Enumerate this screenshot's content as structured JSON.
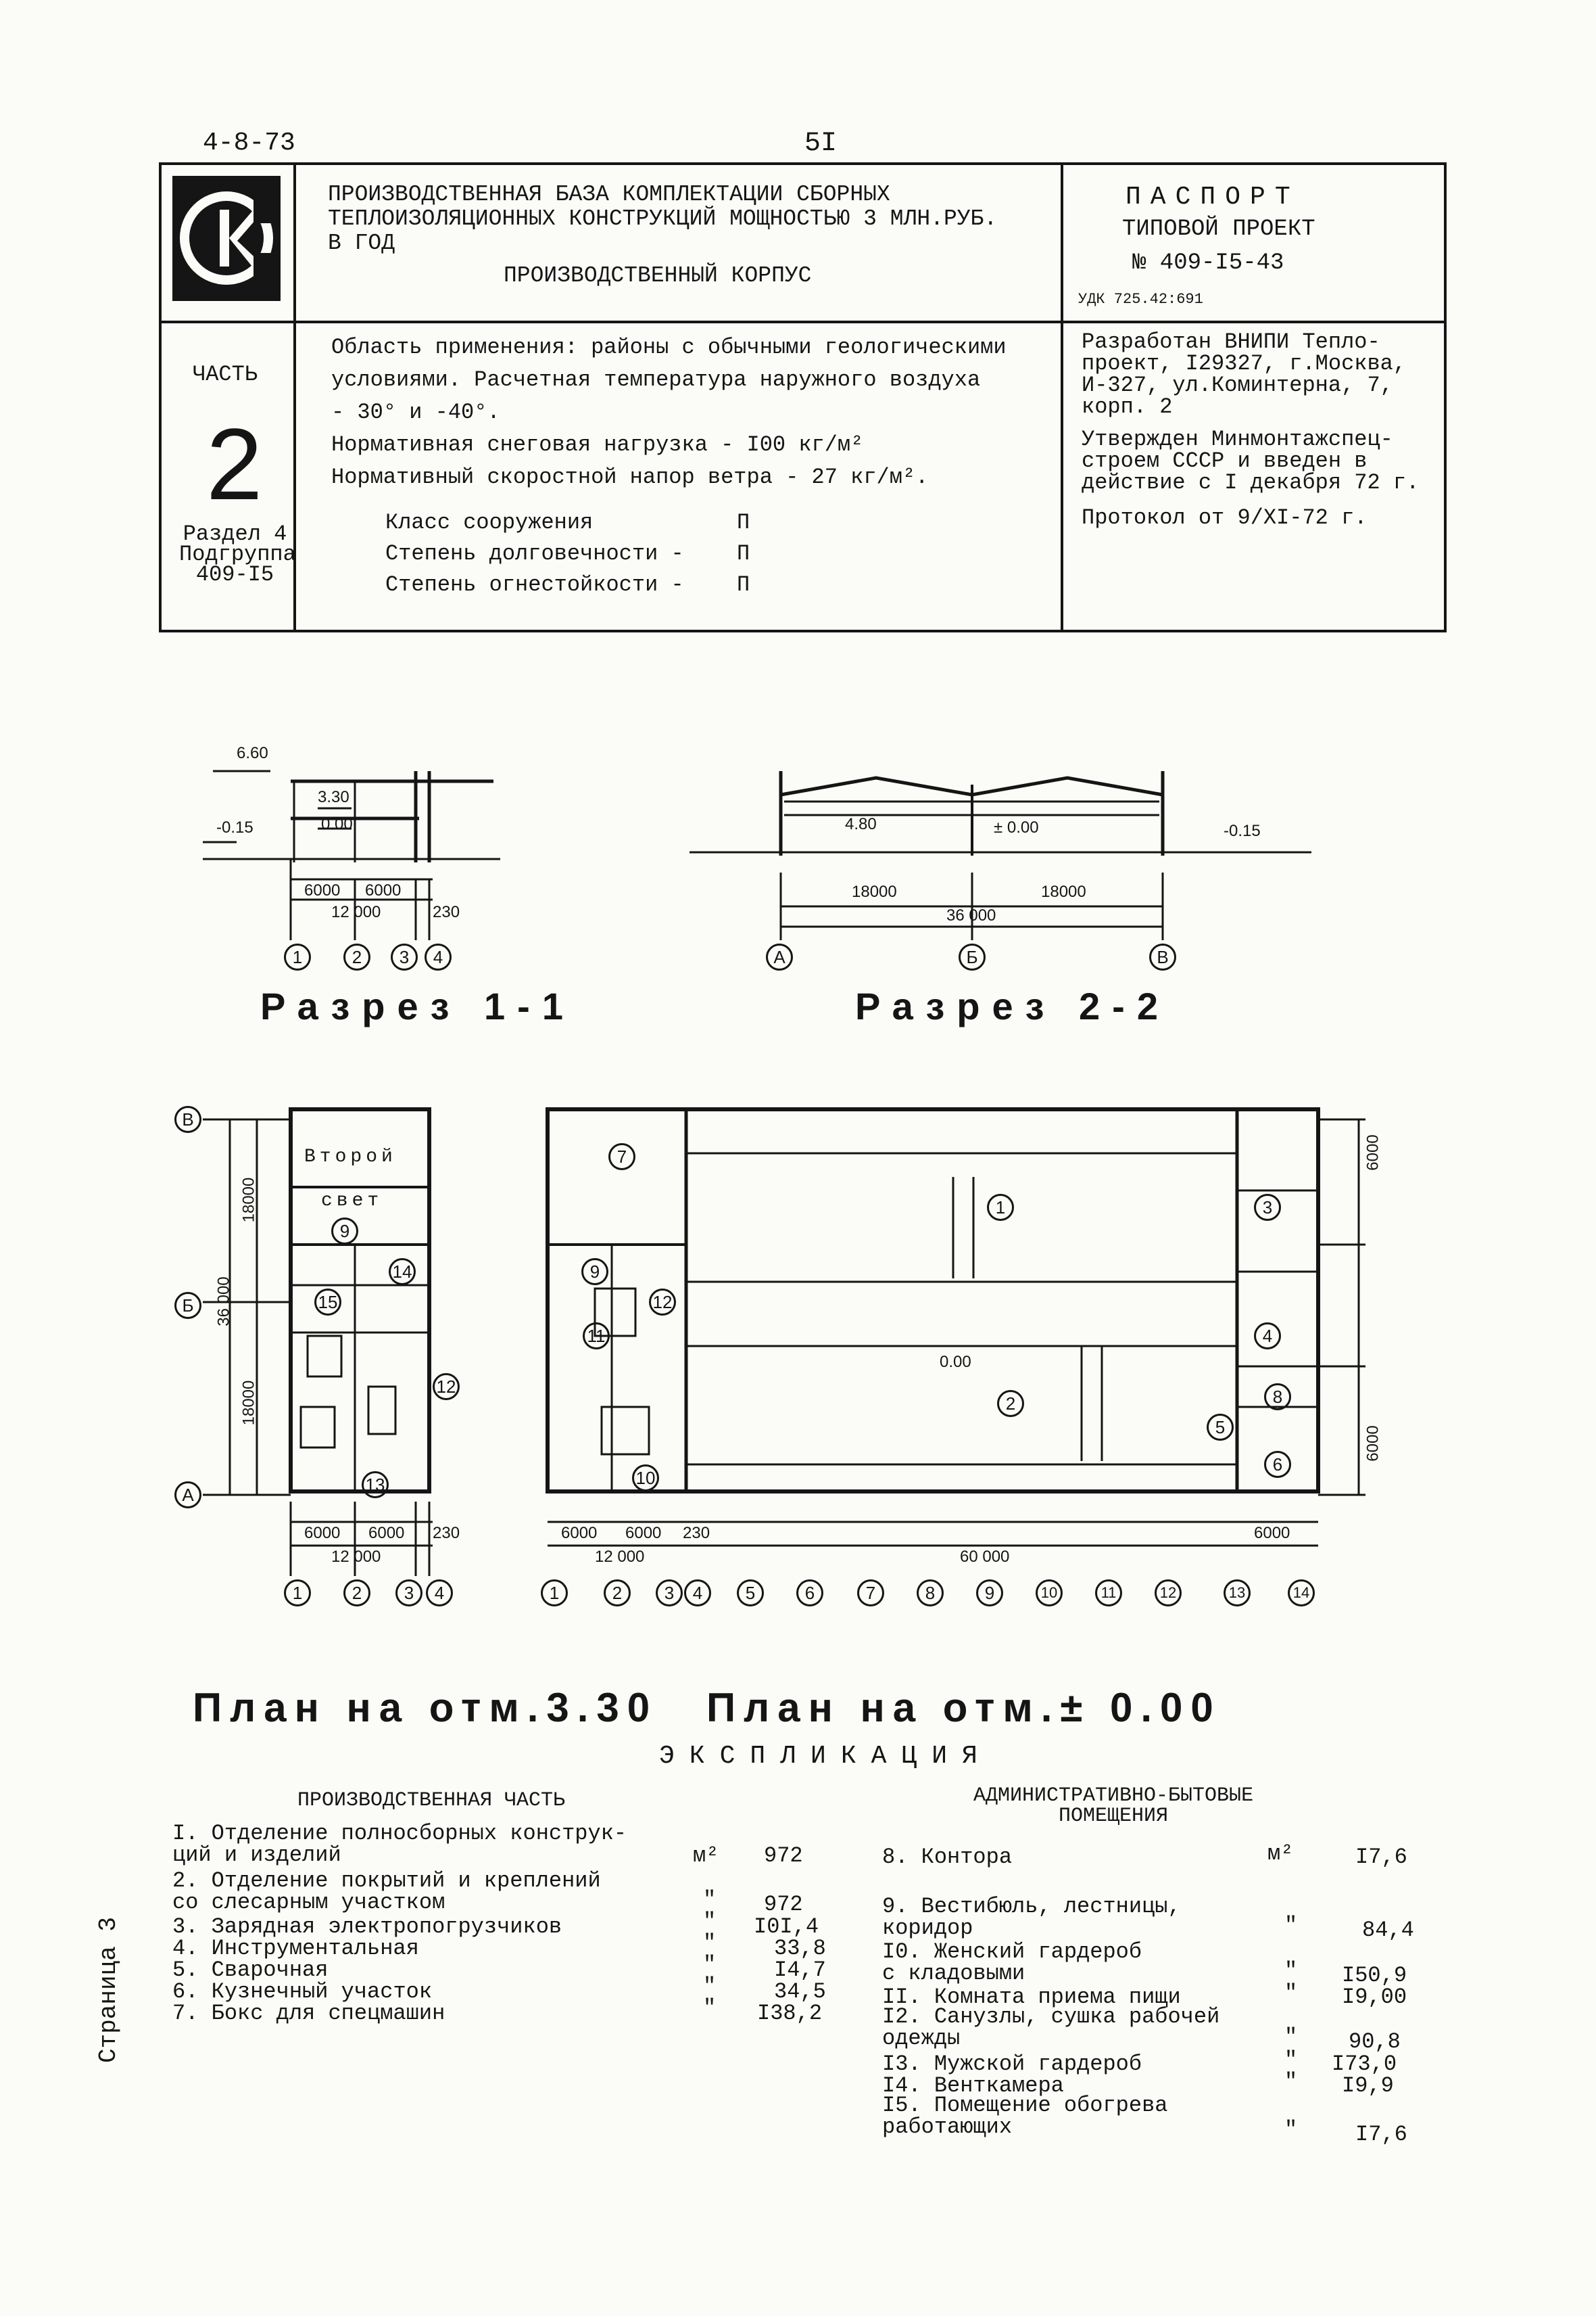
{
  "header": {
    "code": "4-8-73",
    "page": "5I",
    "title_lines": [
      "ПРОИЗВОДСТВЕННАЯ БАЗА КОМПЛЕКТАЦИИ СБОРНЫХ",
      "ТЕПЛОИЗОЛЯЦИОННЫХ КОНСТРУКЦИЙ МОЩНОСТЬЮ 3 МЛН.РУБ.",
      "В ГОД"
    ],
    "subtitle": "ПРОИЗВОДСТВЕННЫЙ КОРПУС",
    "passport": "ПАСПОРТ",
    "project_type": "ТИПОВОЙ ПРОЕКТ",
    "project_no": "№ 409-I5-43",
    "udk": "УДК 725.42:691"
  },
  "left": {
    "part_label": "ЧАСТЬ",
    "part_no": "2",
    "section": "Раздел 4",
    "subgroup": "Подгруппа",
    "subgroup_no": "409-I5"
  },
  "scope": {
    "lines": [
      "Область применения: районы с обычными геологическими",
      "условиями. Расчетная температура наружного воздуха",
      "- 30° и -40°.",
      "Нормативная снеговая нагрузка - I00 кг/м²",
      "Нормативный скоростной напор ветра - 27 кг/м²."
    ],
    "classes": [
      {
        "label": "Класс сооружения",
        "value": "П"
      },
      {
        "label": "Степень долговечности -",
        "value": "П"
      },
      {
        "label": "Степень огнестойкости -",
        "value": "П"
      }
    ]
  },
  "dev": {
    "developed_lines": [
      "Разработан ВНИПИ Тепло-",
      "проект, I29327, г.Москва,",
      "И-327, ул.Коминтерна, 7,",
      "корп. 2"
    ],
    "approved_lines": [
      "Утвержден Минмонтажспец-",
      "строем СССР и введен в",
      "действие с I декабря 72 г."
    ],
    "protocol": "Протокол от 9/XI-72 г."
  },
  "drawings": {
    "section11": "Разрез 1-1",
    "section22": "Разрез 2-2",
    "plan330": "План на отм.3.30",
    "plan000": "План на отм.± 0.00",
    "marks": {
      "m660": "6.60",
      "m330": "3.30",
      "m000": "0.00",
      "m015": "-0.15",
      "m480": "4.80",
      "pm000": "± 0.00",
      "pm015": "-0.15"
    },
    "dims": {
      "d6000": "6000",
      "d12000": "12 000",
      "d230": "230",
      "d18000": "18000",
      "d36000": "36 000",
      "d60000": "60 000",
      "d6000b": "6000"
    },
    "room_labels": {
      "second": "Второй",
      "light": "свет"
    },
    "axes_num": [
      "1",
      "2",
      "3",
      "4",
      "5",
      "6",
      "7",
      "8",
      "9",
      "10",
      "11",
      "12",
      "13",
      "14"
    ],
    "axes_let": [
      "А",
      "Б",
      "В"
    ],
    "room_nums": [
      "1",
      "2",
      "3",
      "4",
      "5",
      "6",
      "7",
      "8",
      "9",
      "10",
      "11",
      "12",
      "13",
      "14",
      "15"
    ]
  },
  "explication": {
    "title": "ЭКСПЛИКАЦИЯ",
    "prod_head": "ПРОИЗВОДСТВЕННАЯ ЧАСТЬ",
    "admin_head_1": "АДМИНИСТРАТИВНО-БЫТОВЫЕ",
    "admin_head_2": "ПОМЕЩЕНИЯ",
    "prod_rows": [
      {
        "l1": "I. Отделение полносборных конструк-",
        "l2": "   ций и изделий",
        "unit": "м²",
        "val": "972"
      },
      {
        "l1": "2. Отделение покрытий и креплений",
        "l2": "   со слесарным участком",
        "unit": "\"",
        "val": "972"
      },
      {
        "l1": "3. Зарядная электропогрузчиков",
        "l2": "",
        "unit": "\"",
        "val": "I0I,4"
      },
      {
        "l1": "4. Инструментальная",
        "l2": "",
        "unit": "\"",
        "val": "33,8"
      },
      {
        "l1": "5. Сварочная",
        "l2": "",
        "unit": "\"",
        "val": "I4,7"
      },
      {
        "l1": "6. Кузнечный участок",
        "l2": "",
        "unit": "\"",
        "val": "34,5"
      },
      {
        "l1": "7. Бокс для спецмашин",
        "l2": "",
        "unit": "\"",
        "val": "I38,2"
      }
    ],
    "admin_rows": [
      {
        "l1": " 8. Контора",
        "l2": "",
        "unit": "м²",
        "val": "I7,6"
      },
      {
        "l1": " 9. Вестибюль, лестницы,",
        "l2": "    коридор",
        "unit": "\"",
        "val": "84,4"
      },
      {
        "l1": "I0. Женский гардероб",
        "l2": "    с кладовыми",
        "unit": "\"",
        "val": "I50,9"
      },
      {
        "l1": "II. Комната приема пищи",
        "l2": "",
        "unit": "\"",
        "val": "I9,00"
      },
      {
        "l1": "I2. Санузлы, сушка рабочей",
        "l2": "    одежды",
        "unit": "\"",
        "val": "90,8"
      },
      {
        "l1": "I3. Мужской гардероб",
        "l2": "",
        "unit": "\"",
        "val": "I73,0"
      },
      {
        "l1": "I4. Венткамера",
        "l2": "",
        "unit": "\"",
        "val": "I9,9"
      },
      {
        "l1": "I5. Помещение обогрева",
        "l2": "    работающих",
        "unit": "\"",
        "val": "I7,6"
      }
    ]
  },
  "side_label": "Страница 3"
}
